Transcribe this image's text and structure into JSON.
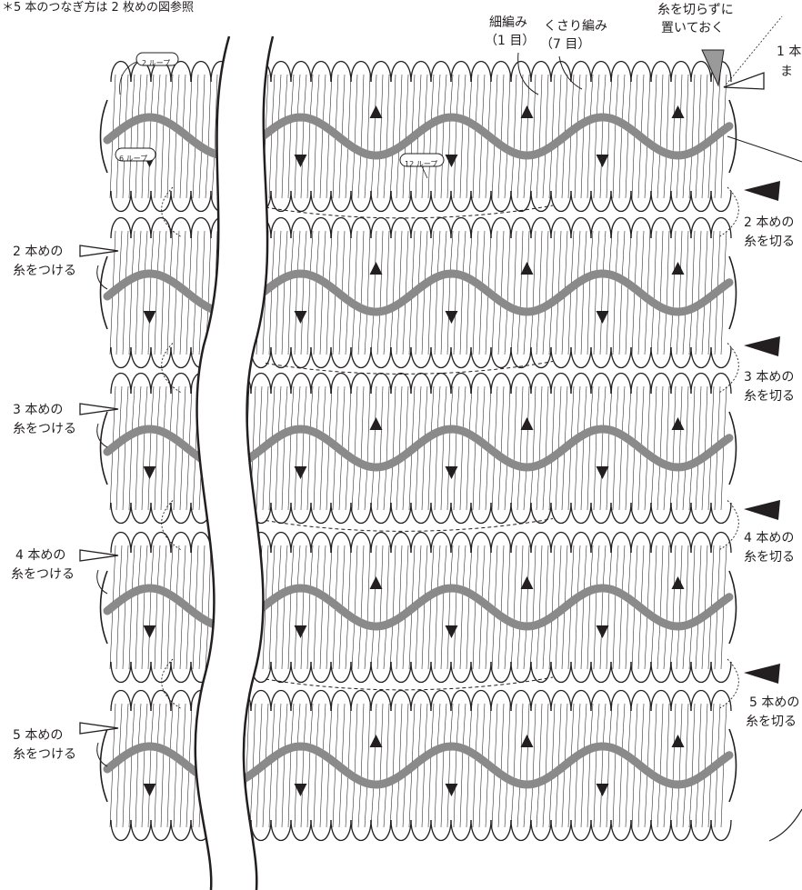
{
  "note": "＊5 本のつなぎ方は 2 枚めの図参照",
  "labels": {
    "sc_name": "細編み",
    "sc_count": "（1 目）",
    "ch_name": "くさり編み",
    "ch_count": "（7 目）",
    "keep_1": "糸を切らずに",
    "keep_2": "置いておく",
    "cut_edge_1": "1 本",
    "cut_edge_2": "ま"
  },
  "loops": {
    "two": "2 ループ",
    "six": "6 ループ",
    "twelve": "12 ループ"
  },
  "attach": [
    {
      "line1": "2 本めの",
      "line2": "糸をつける"
    },
    {
      "line1": "3 本めの",
      "line2": "糸をつける"
    },
    {
      "line1": "4 本めの",
      "line2": "糸をつける"
    },
    {
      "line1": "5 本めの",
      "line2": "糸をつける"
    }
  ],
  "cut": [
    {
      "line1": "2 本めの",
      "line2": "糸を切る"
    },
    {
      "line1": "3 本めの",
      "line2": "糸を切る"
    },
    {
      "line1": "4 本めの",
      "line2": "糸を切る"
    },
    {
      "line1": "5 本めの",
      "line2": "糸を切る"
    }
  ],
  "colors": {
    "ink": "#231f20",
    "band": "#8a8a8a",
    "marker_gray": "#9a9a9a"
  }
}
